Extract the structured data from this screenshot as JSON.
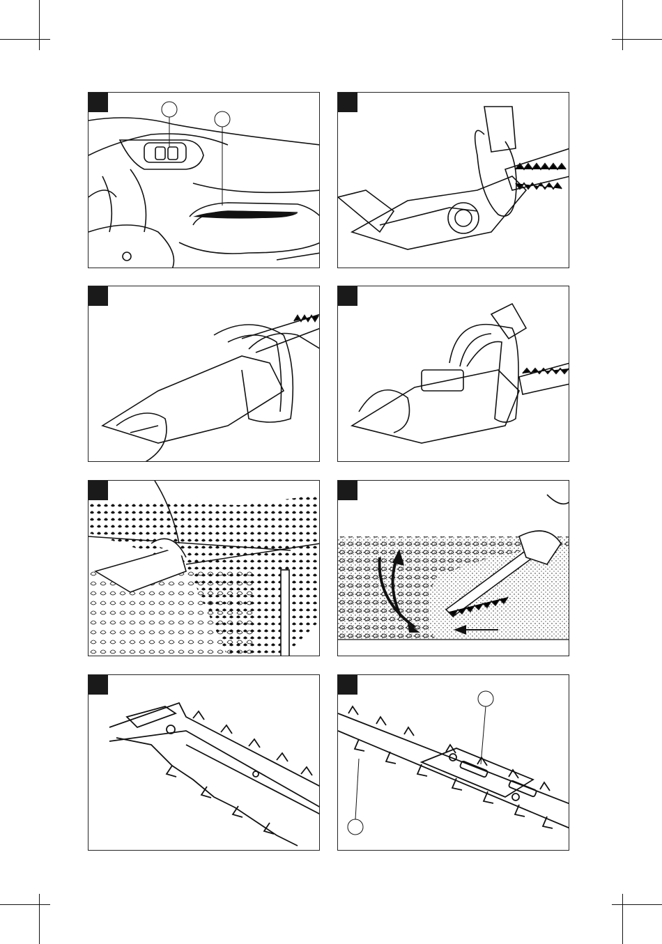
{
  "page": {
    "background": "#ffffff",
    "ink": "#1a1a1a"
  },
  "panels": [
    {
      "id": "fig-1",
      "label": "",
      "subject": "switch-and-handle-detail",
      "callouts": [
        {
          "number": ""
        },
        {
          "number": ""
        }
      ]
    },
    {
      "id": "fig-2",
      "label": "",
      "subject": "holding-trimmer-front-handle"
    },
    {
      "id": "fig-3",
      "label": "",
      "subject": "two-hand-grip-rear-view"
    },
    {
      "id": "fig-4",
      "label": "",
      "subject": "two-hand-grip-side-view"
    },
    {
      "id": "fig-5",
      "label": "",
      "subject": "cutting-hedge-top-with-guide-line"
    },
    {
      "id": "fig-6",
      "label": "",
      "subject": "sweeping-cut-motion-direction-arrows"
    },
    {
      "id": "fig-7",
      "label": "",
      "subject": "blade-close-up"
    },
    {
      "id": "fig-8",
      "label": "",
      "subject": "blade-parts-detail",
      "callouts": [
        {
          "number": ""
        },
        {
          "number": ""
        }
      ]
    }
  ]
}
